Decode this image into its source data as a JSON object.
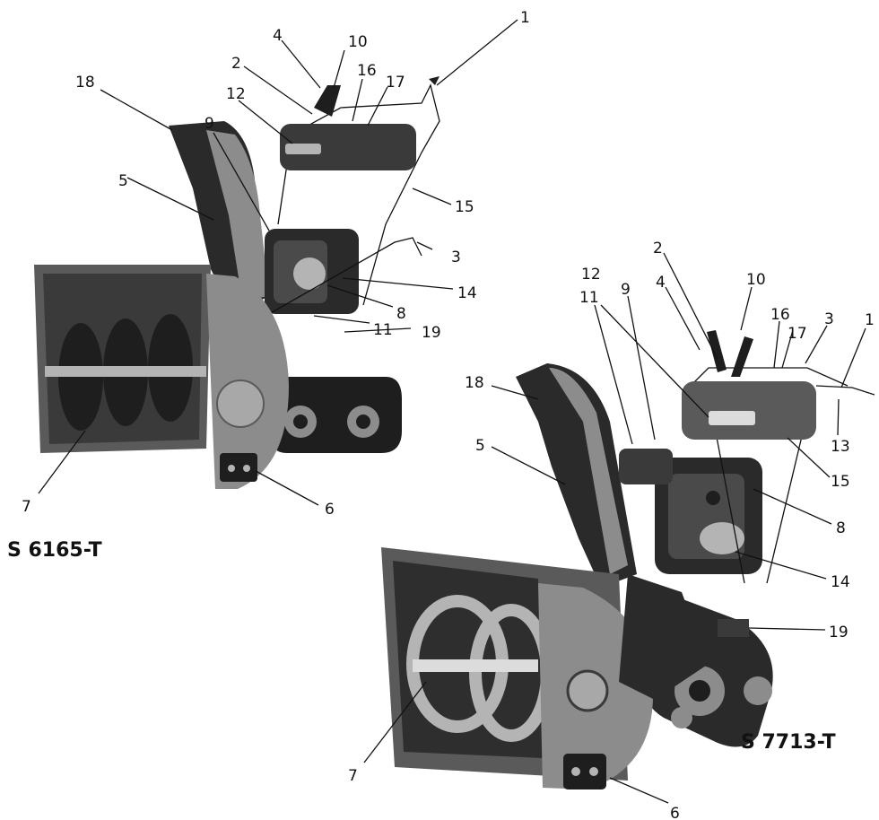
{
  "models": {
    "left": "S 6165-T",
    "right": "S 7713-T"
  },
  "callouts_left": [
    "1",
    "2",
    "3",
    "4",
    "5",
    "6",
    "7",
    "8",
    "9",
    "10",
    "11",
    "12",
    "14",
    "15",
    "16",
    "17",
    "18",
    "19"
  ],
  "callouts_right": [
    "1",
    "2",
    "3",
    "4",
    "5",
    "6",
    "7",
    "8",
    "9",
    "10",
    "11",
    "12",
    "13",
    "14",
    "15",
    "16",
    "17",
    "18",
    "19"
  ],
  "illustrations": {
    "left": "snow-blower-s6165t-illustration",
    "right": "snow-blower-s7713t-illustration"
  },
  "colors": {
    "body_dark": "#1e1e1e",
    "body_mid": "#4a4a4a",
    "body_light": "#8c8c8c",
    "metal": "#b4b4b4"
  }
}
